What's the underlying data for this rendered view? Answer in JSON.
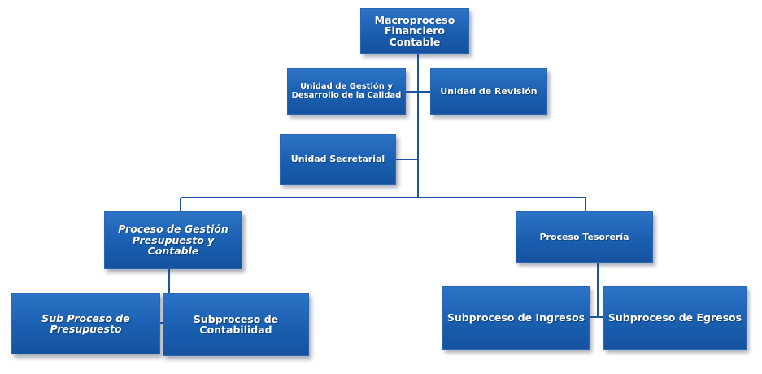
{
  "diagram": {
    "line_color": "#1b54a6",
    "box_color": "#1e63b6",
    "nodes": {
      "root": "Macroproceso Financiero Contable",
      "quality": "Unidad de Gestión y Desarrollo de la Calidad",
      "review": "Unidad de Revisión",
      "secretarial": "Unidad Secretarial",
      "budget_accounting": "Proceso de Gestión Presupuesto y Contable",
      "treasury": "Proceso Tesorería",
      "sub_budget": "Sub Proceso de Presupuesto",
      "sub_accounting": "Subproceso de Contabilidad",
      "sub_income": "Subproceso de Ingresos",
      "sub_expenses": "Subproceso de Egresos"
    }
  }
}
